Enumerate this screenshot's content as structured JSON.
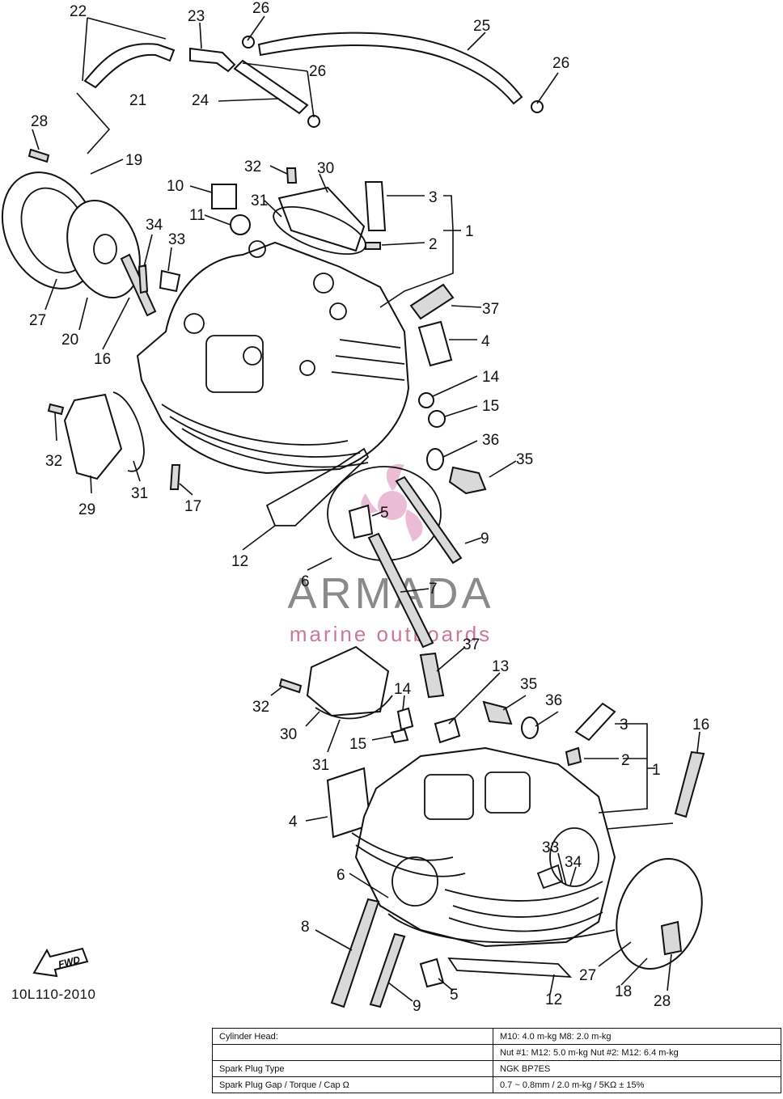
{
  "watermark": {
    "brand": "ARMADA",
    "tagline": "marine outboards",
    "colors": {
      "brand": "#8a8a8a",
      "tagline": "#c878a0",
      "emblem": "#e3a6c8"
    }
  },
  "drawing_code": "10L110-2010",
  "fwd_label": "FWD",
  "callouts": {
    "n1a": "1",
    "n1b": "1",
    "n2a": "2",
    "n2b": "2",
    "n3a": "3",
    "n3b": "3",
    "n4a": "4",
    "n4b": "4",
    "n5a": "5",
    "n5b": "5",
    "n6a": "6",
    "n6b": "6",
    "n7": "7",
    "n8": "8",
    "n9a": "9",
    "n9b": "9",
    "n10": "10",
    "n11": "11",
    "n12a": "12",
    "n12b": "12",
    "n13": "13",
    "n14a": "14",
    "n14b": "14",
    "n15a": "15",
    "n15b": "15",
    "n16a": "16",
    "n16b": "16",
    "n17": "17",
    "n18": "18",
    "n19": "19",
    "n20": "20",
    "n21": "21",
    "n22": "22",
    "n23": "23",
    "n24": "24",
    "n25": "25",
    "n26a": "26",
    "n26b": "26",
    "n26c": "26",
    "n27a": "27",
    "n27b": "27",
    "n28a": "28",
    "n28b": "28",
    "n29": "29",
    "n30a": "30",
    "n30b": "30",
    "n31a": "31",
    "n31b": "31",
    "n31c": "31",
    "n32a": "32",
    "n32b": "32",
    "n32c": "32",
    "n33a": "33",
    "n33b": "33",
    "n34a": "34",
    "n34b": "34",
    "n35a": "35",
    "n35b": "35",
    "n36a": "36",
    "n36b": "36",
    "n37a": "37",
    "n37b": "37"
  },
  "spec_table": {
    "row1": {
      "label": "Cylinder Head:",
      "value": "M10: 4.0 m-kg      M8: 2.0 m-kg"
    },
    "row2": {
      "label": "",
      "value": "Nut #1: M12: 5.0 m-kg      Nut #2: M12: 6.4 m-kg"
    },
    "row3": {
      "label": "Spark Plug Type",
      "value": "NGK BP7ES"
    },
    "row4": {
      "label": "Spark Plug Gap / Torque / Cap Ω",
      "value": "0.7 ~ 0.8mm / 2.0 m-kg / 5KΩ ± 15%"
    }
  }
}
